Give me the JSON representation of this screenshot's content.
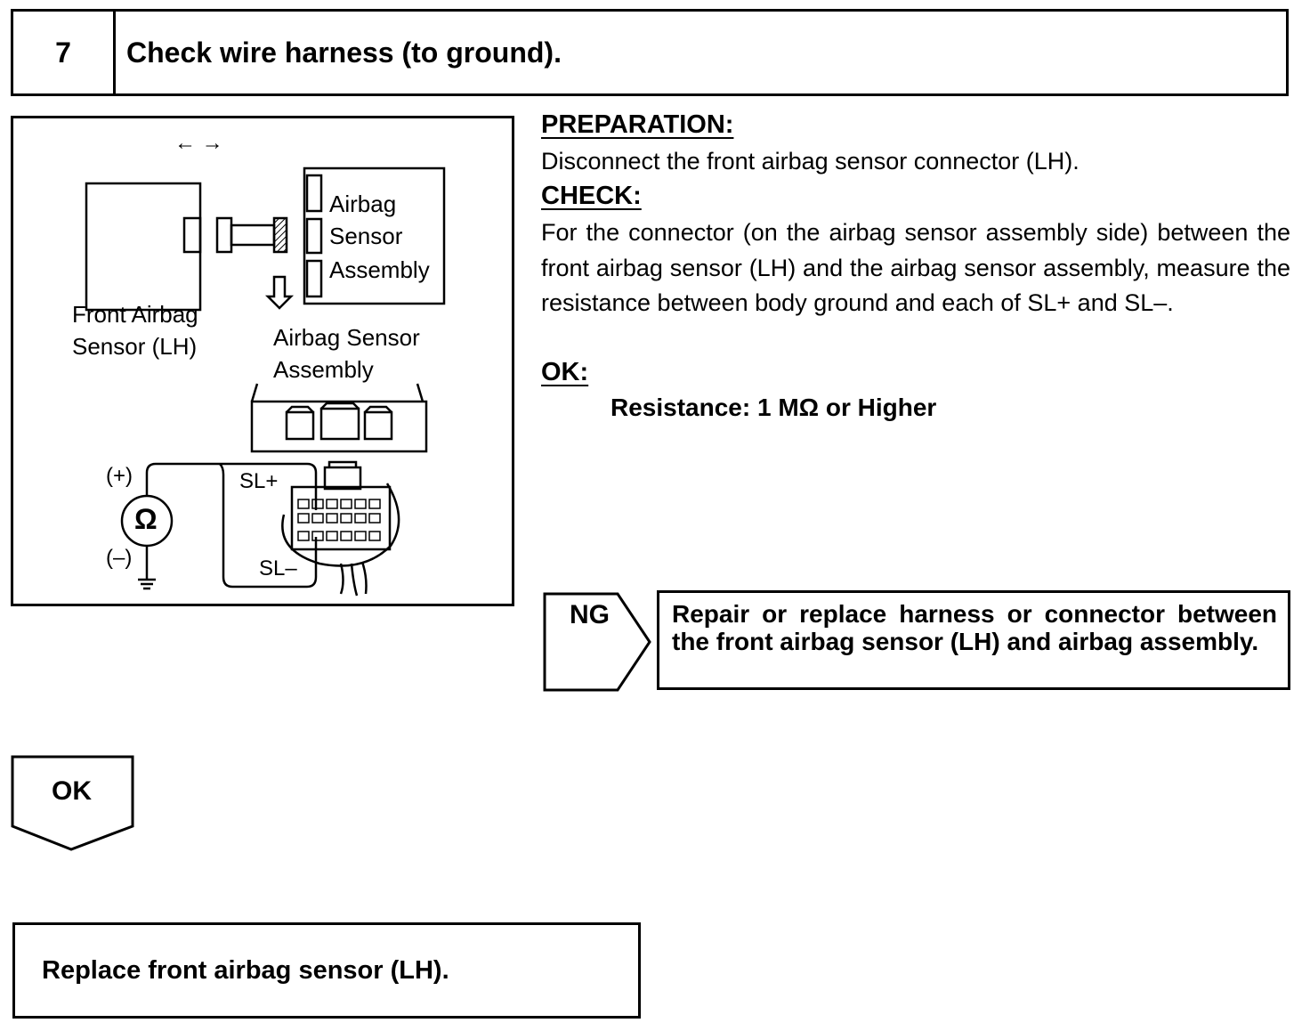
{
  "header": {
    "step_number": "7",
    "title": "Check wire harness (to ground)."
  },
  "diagram": {
    "arrows_symbol": "← →",
    "airbag_sensor_label_1": "Airbag",
    "airbag_sensor_label_2": "Sensor",
    "airbag_sensor_label_3": "Assembly",
    "front_sensor_label_1": "Front Airbag",
    "front_sensor_label_2": "Sensor (LH)",
    "assembly_label_1": "Airbag Sensor",
    "assembly_label_2": "Assembly",
    "plus": "(+)",
    "minus": "(–)",
    "ohm": "Ω",
    "sl_plus": "SL+",
    "sl_minus": "SL–"
  },
  "preparation": {
    "heading": "PREPARATION:",
    "text": "Disconnect the front airbag sensor connector (LH)."
  },
  "check": {
    "heading": "CHECK:",
    "text": "For the connector (on the airbag sensor assembly side) between the front airbag sensor (LH) and the airbag sensor assembly, measure the resistance between body ground and each of SL+ and SL–."
  },
  "ok_spec": {
    "heading": "OK:",
    "text": "Resistance: 1 MΩ or Higher"
  },
  "ng": {
    "label": "NG",
    "action": "Repair or replace harness or connector between the front airbag sensor (LH) and airbag assembly."
  },
  "ok_branch": {
    "label": "OK"
  },
  "final": {
    "action": "Replace front airbag sensor (LH)."
  }
}
